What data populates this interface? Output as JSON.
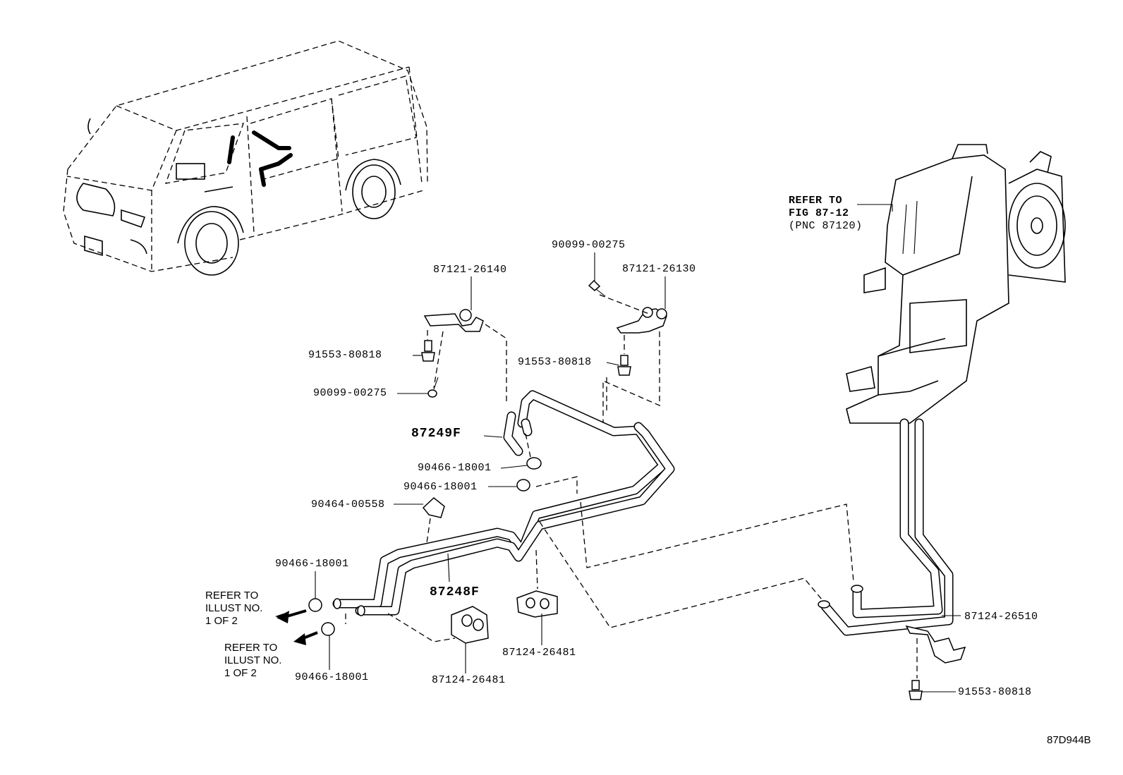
{
  "diagram_code": "87D944B",
  "labels": {
    "p87121_26140": "87121-26140",
    "p90099_00275_top": "90099-00275",
    "p87121_26130": "87121-26130",
    "p91553_80818_left": "91553-80818",
    "p90099_00275_left": "90099-00275",
    "p91553_80818_mid": "91553-80818",
    "p87249F": "87249F",
    "p90466_18001_a": "90466-18001",
    "p90466_18001_b": "90466-18001",
    "p90464_00558": "90464-00558",
    "p90466_18001_c": "90466-18001",
    "p87248F": "87248F",
    "p90466_18001_d": "90466-18001",
    "p87124_26481_a": "87124-26481",
    "p87124_26481_b": "87124-26481",
    "p87124_26510": "87124-26510",
    "p91553_80818_right": "91553-80818"
  },
  "refer_fig": {
    "line1": "REFER TO",
    "line2": "FIG 87-12",
    "line3": "(PNC 87120)"
  },
  "refer_illust_1": {
    "line1": "REFER TO",
    "line2": "ILLUST NO.",
    "line3": "1 OF 2"
  },
  "refer_illust_2": {
    "line1": "REFER TO",
    "line2": "ILLUST NO.",
    "line3": "1 OF 2"
  }
}
